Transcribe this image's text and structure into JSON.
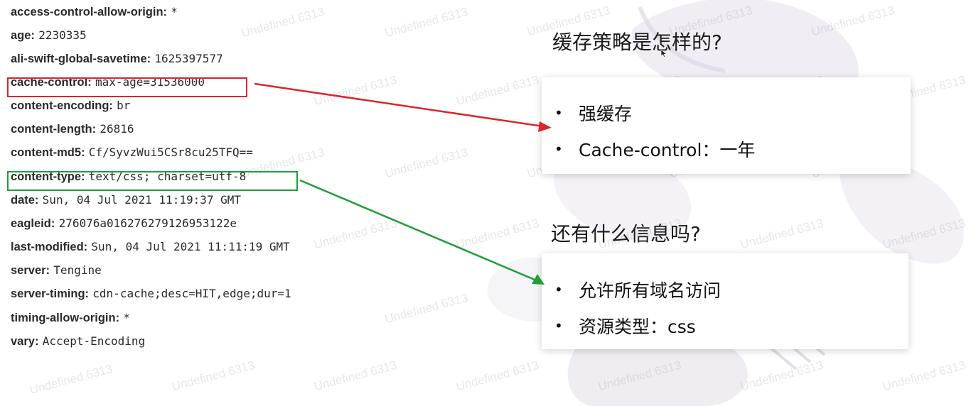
{
  "headers": [
    {
      "name": "access-control-allow-origin:",
      "value": "*"
    },
    {
      "name": "age:",
      "value": "2230335"
    },
    {
      "name": "ali-swift-global-savetime:",
      "value": "1625397577"
    },
    {
      "name": "cache-control:",
      "value": "max-age=31536000"
    },
    {
      "name": "content-encoding:",
      "value": "br"
    },
    {
      "name": "content-length:",
      "value": "26816"
    },
    {
      "name": "content-md5:",
      "value": "Cf/SyvzWui5CSr8cu25TFQ=="
    },
    {
      "name": "content-type:",
      "value": "text/css; charset=utf-8"
    },
    {
      "name": "date:",
      "value": "Sun, 04 Jul 2021 11:19:37 GMT"
    },
    {
      "name": "eagleid:",
      "value": "276076a016276279126953122e"
    },
    {
      "name": "last-modified:",
      "value": "Sun, 04 Jul 2021 11:11:19 GMT"
    },
    {
      "name": "server:",
      "value": "Tengine"
    },
    {
      "name": "server-timing:",
      "value": "cdn-cache;desc=HIT,edge;dur=1"
    },
    {
      "name": "timing-allow-origin:",
      "value": "*"
    },
    {
      "name": "vary:",
      "value": "Accept-Encoding"
    }
  ],
  "slide": {
    "question1": "缓存策略是怎样的?",
    "card1": {
      "bullets": [
        "强缓存",
        "Cache-control：一年"
      ]
    },
    "question2": "还有什么信息吗?",
    "card2": {
      "bullets": [
        "允许所有域名访问",
        "资源类型：css"
      ]
    }
  },
  "watermark": {
    "text": "Undefined 6313"
  },
  "colors": {
    "highlight_red": "#d9262b",
    "highlight_green": "#1f9e3a"
  },
  "icons": {
    "bullet": "bullet-dot-icon",
    "cursor": "mouse-cursor-icon"
  }
}
